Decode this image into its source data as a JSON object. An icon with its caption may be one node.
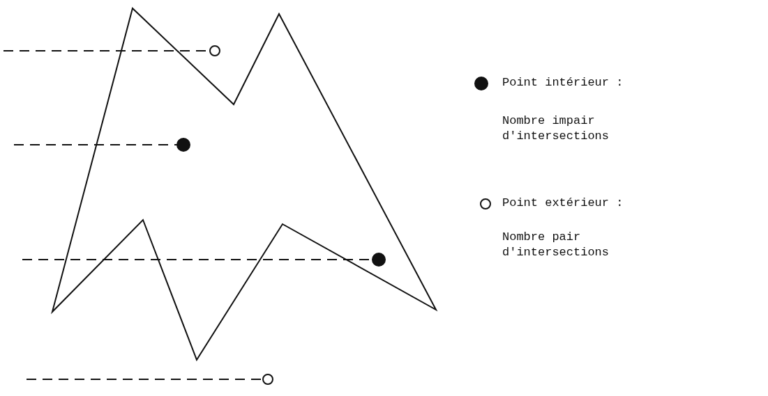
{
  "diagram": {
    "labels": [
      "Nombre impair d'intersections",
      "Nombre pair d'intersections"
    ],
    "legend": [
      {
        "text": "Point intérieur :"
      },
      {
        "text": "Point extérieur :"
      }
    ]
  }
}
